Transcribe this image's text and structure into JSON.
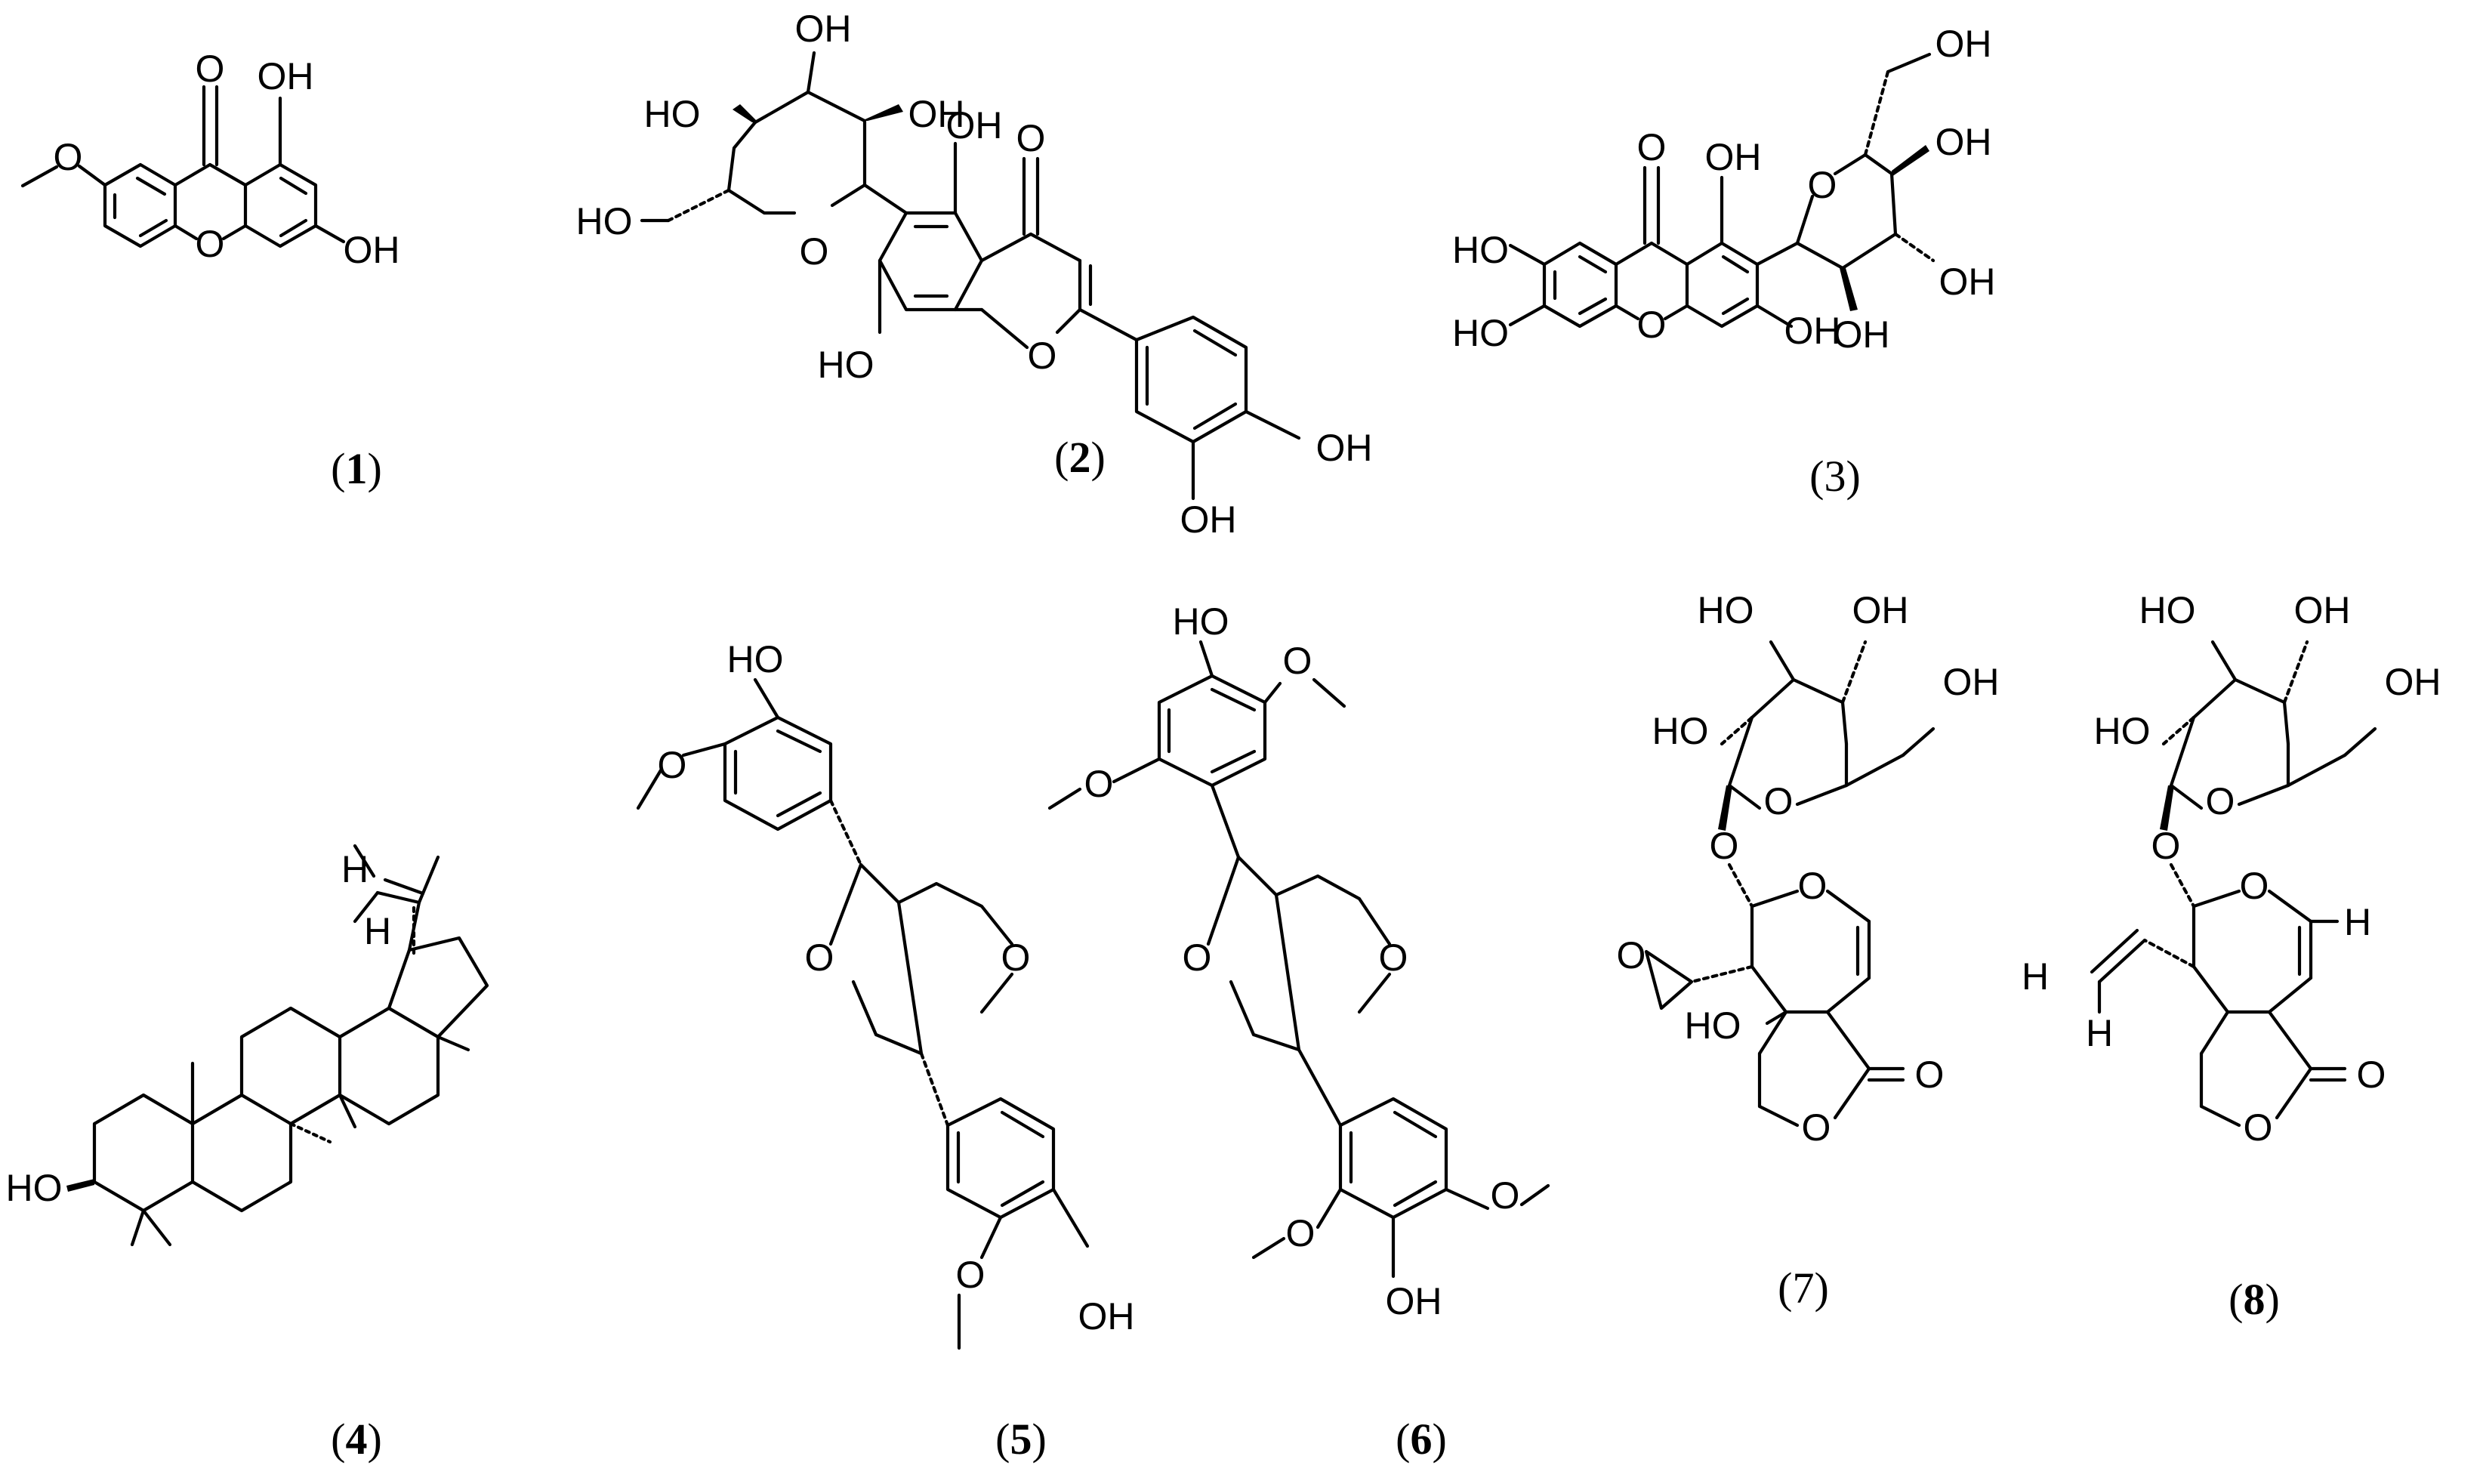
{
  "figure": {
    "atom_labels": {
      "O": "O",
      "OH": "OH",
      "HO": "HO",
      "H": "H"
    },
    "compounds": [
      {
        "id": "1",
        "label": "1",
        "bold": true
      },
      {
        "id": "2",
        "label": "2",
        "bold": true
      },
      {
        "id": "3",
        "label": "3",
        "bold": false
      },
      {
        "id": "4",
        "label": "4",
        "bold": true
      },
      {
        "id": "5",
        "label": "5",
        "bold": true
      },
      {
        "id": "6",
        "label": "6",
        "bold": true
      },
      {
        "id": "7",
        "label": "7",
        "bold": false
      },
      {
        "id": "8",
        "label": "8",
        "bold": true
      }
    ]
  }
}
